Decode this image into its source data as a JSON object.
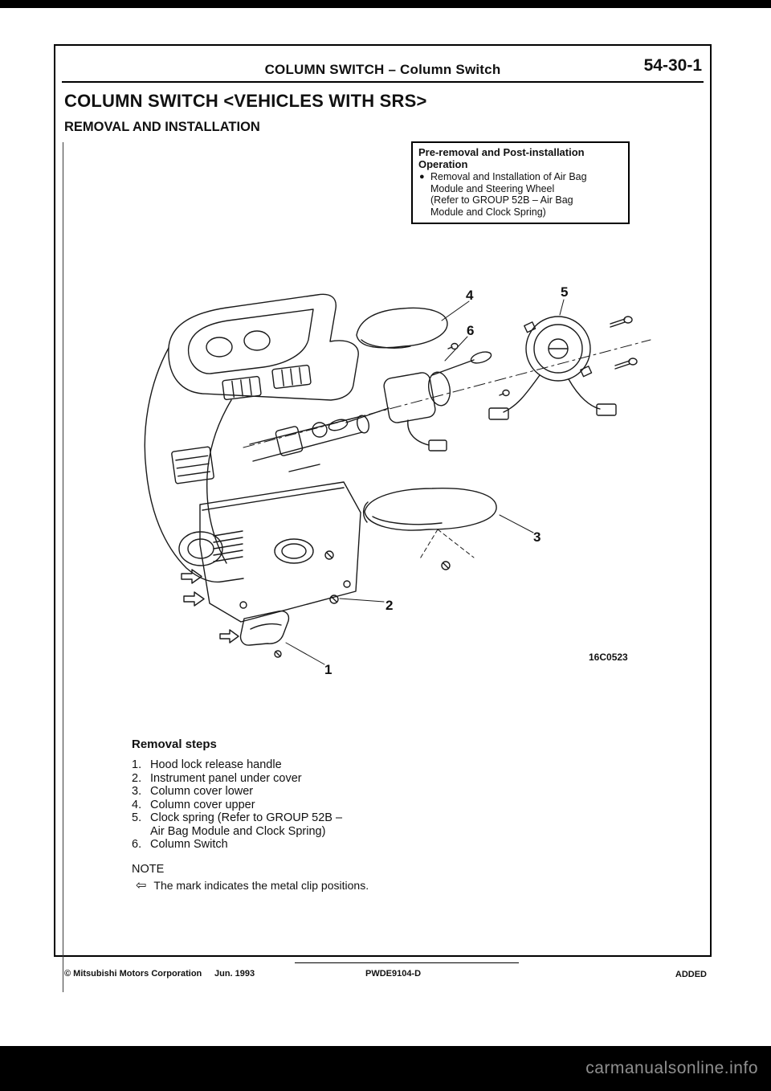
{
  "header": {
    "title": "COLUMN SWITCH – Column Switch",
    "page_number": "54-30-1"
  },
  "titles": {
    "main": "COLUMN SWITCH <VEHICLES WITH SRS>",
    "section": "REMOVAL AND INSTALLATION"
  },
  "pre_removal_box": {
    "title_lines": [
      "Pre-removal and Post-installation",
      "Operation"
    ],
    "bullet": "●",
    "item_lines": [
      "Removal and Installation of Air Bag",
      "Module and Steering Wheel",
      "(Refer to GROUP 52B – Air Bag",
      "Module and Clock Spring)"
    ]
  },
  "diagram": {
    "callouts": [
      "1",
      "2",
      "3",
      "4",
      "5",
      "6"
    ],
    "figure_code": "16C0523"
  },
  "removal": {
    "heading": "Removal steps",
    "steps": [
      {
        "num": "1.",
        "text": "Hood lock release handle"
      },
      {
        "num": "2.",
        "text": "Instrument panel under cover"
      },
      {
        "num": "3.",
        "text": "Column cover lower"
      },
      {
        "num": "4.",
        "text": "Column cover upper"
      },
      {
        "num": "5.",
        "text": "Clock spring (Refer to GROUP 52B –"
      },
      {
        "num": "",
        "text": "Air Bag Module and Clock Spring)"
      },
      {
        "num": "6.",
        "text": "Column Switch"
      }
    ],
    "note_label": "NOTE",
    "note_symbol": "⇦",
    "note_text": "The mark indicates the metal clip positions."
  },
  "footer": {
    "copyright": "© Mitsubishi Motors Corporation",
    "date": "Jun. 1993",
    "doc_code": "PWDE9104-D",
    "status": "ADDED"
  },
  "watermark": "carmanualsonline.info"
}
